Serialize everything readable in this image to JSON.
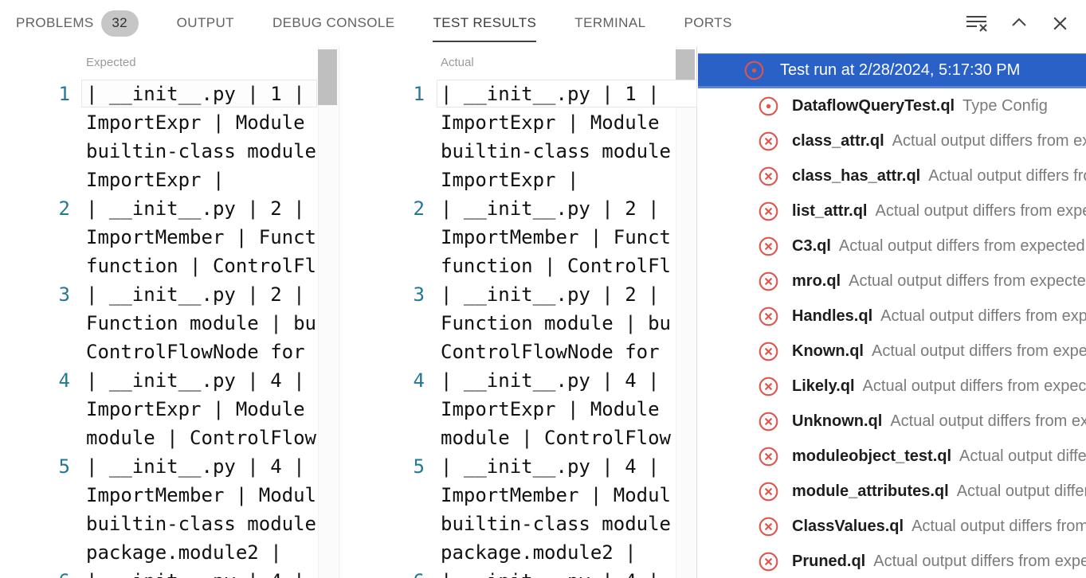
{
  "colors": {
    "selection_blue": "#2a61c7",
    "selection_blue_border": "#5b84d6",
    "error_red": "#e0544c",
    "badge_bg": "#c6c6c6",
    "line_number": "#237893",
    "scrollbar_thumb": "#bfbfbf",
    "message_gray": "#7b7b7b"
  },
  "panel": {
    "tabs": [
      {
        "label": "PROBLEMS",
        "badge": "32",
        "active": false
      },
      {
        "label": "OUTPUT",
        "active": false
      },
      {
        "label": "DEBUG CONSOLE",
        "active": false
      },
      {
        "label": "TEST RESULTS",
        "active": true
      },
      {
        "label": "TERMINAL",
        "active": false
      },
      {
        "label": "PORTS",
        "active": false
      }
    ],
    "actions": [
      {
        "name": "clear-all",
        "icon": "clear-all-icon"
      },
      {
        "name": "maximize-panel",
        "icon": "chevron-up-icon"
      },
      {
        "name": "close-panel",
        "icon": "close-icon"
      }
    ]
  },
  "diff": {
    "expected": {
      "header": "Expected",
      "lines": [
        {
          "num": "1",
          "rows": [
            "| __init__.py | 1 |",
            "ImportExpr | Module",
            "builtin-class module",
            "ImportExpr |"
          ]
        },
        {
          "num": "2",
          "rows": [
            "| __init__.py | 2 |",
            "ImportMember | Funct",
            "function | ControlFl"
          ]
        },
        {
          "num": "3",
          "rows": [
            "| __init__.py | 2 |",
            "Function module | bu",
            "ControlFlowNode for"
          ]
        },
        {
          "num": "4",
          "rows": [
            "| __init__.py | 4 |",
            "ImportExpr | Module",
            "module | ControlFlow"
          ]
        },
        {
          "num": "5",
          "rows": [
            "| __init__.py | 4 |",
            "ImportMember | Modul",
            "builtin-class module",
            "package.module2 |"
          ]
        },
        {
          "num": "6",
          "rows": [
            "| __init__.py | 4 |"
          ]
        }
      ]
    },
    "actual": {
      "header": "Actual",
      "lines": [
        {
          "num": "1",
          "rows": [
            "| __init__.py | 1 |",
            "ImportExpr | Module",
            "builtin-class module",
            "ImportExpr |"
          ]
        },
        {
          "num": "2",
          "rows": [
            "| __init__.py | 2 |",
            "ImportMember | Funct",
            "function | ControlFl"
          ]
        },
        {
          "num": "3",
          "rows": [
            "| __init__.py | 2 |",
            "Function module | bu",
            "ControlFlowNode for"
          ]
        },
        {
          "num": "4",
          "rows": [
            "| __init__.py | 4 |",
            "ImportExpr | Module",
            "module | ControlFlow"
          ]
        },
        {
          "num": "5",
          "rows": [
            "| __init__.py | 4 |",
            "ImportMember | Modul",
            "builtin-class module",
            "package.module2 |"
          ]
        },
        {
          "num": "6",
          "rows": [
            "| __init__.py | 4 |"
          ]
        }
      ]
    }
  },
  "tree": {
    "run": {
      "label": "Test run at 2/28/2024, 5:17:30 PM",
      "icon": "error-circle-icon",
      "selected": true
    },
    "items": [
      {
        "icon": "error-circle-icon",
        "name": "DataflowQueryTest.ql",
        "message": "Type Config"
      },
      {
        "icon": "failed-circle-icon",
        "name": "class_attr.ql",
        "message": "Actual output differs from expected output"
      },
      {
        "icon": "failed-circle-icon",
        "name": "class_has_attr.ql",
        "message": "Actual output differs from expected output"
      },
      {
        "icon": "failed-circle-icon",
        "name": "list_attr.ql",
        "message": "Actual output differs from expected output"
      },
      {
        "icon": "failed-circle-icon",
        "name": "C3.ql",
        "message": "Actual output differs from expected output"
      },
      {
        "icon": "failed-circle-icon",
        "name": "mro.ql",
        "message": "Actual output differs from expected output"
      },
      {
        "icon": "failed-circle-icon",
        "name": "Handles.ql",
        "message": "Actual output differs from expected output"
      },
      {
        "icon": "failed-circle-icon",
        "name": "Known.ql",
        "message": "Actual output differs from expected output"
      },
      {
        "icon": "failed-circle-icon",
        "name": "Likely.ql",
        "message": "Actual output differs from expected output"
      },
      {
        "icon": "failed-circle-icon",
        "name": "Unknown.ql",
        "message": "Actual output differs from expected output"
      },
      {
        "icon": "failed-circle-icon",
        "name": "moduleobject_test.ql",
        "message": "Actual output differs from expected output"
      },
      {
        "icon": "failed-circle-icon",
        "name": "module_attributes.ql",
        "message": "Actual output differs from expected output"
      },
      {
        "icon": "failed-circle-icon",
        "name": "ClassValues.ql",
        "message": "Actual output differs from expected output"
      },
      {
        "icon": "failed-circle-icon",
        "name": "Pruned.ql",
        "message": "Actual output differs from expected output"
      }
    ]
  }
}
